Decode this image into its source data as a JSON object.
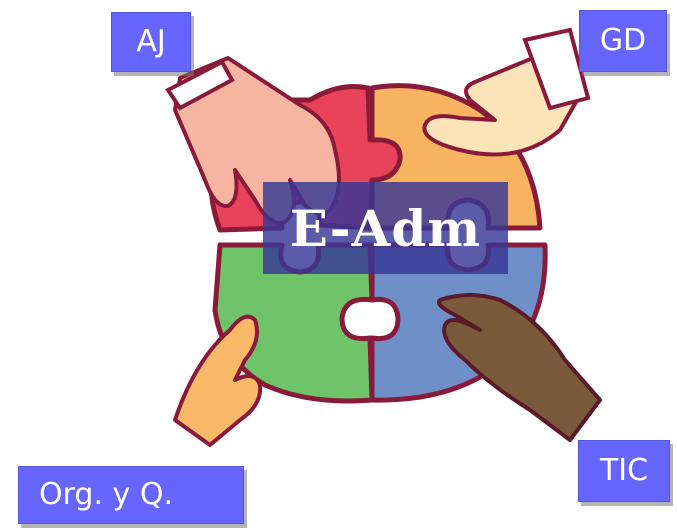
{
  "labels": {
    "top_left": "AJ",
    "top_right": "GD",
    "bottom_left": "Org. y Q.",
    "bottom_right": "TIC",
    "center": "E-Adm"
  },
  "colors": {
    "label_box": "#6666ff",
    "center_box": "#373796",
    "piece_red": "#e8435a",
    "piece_orange": "#f7b35f",
    "piece_green": "#6fc46a",
    "piece_blue": "#6f8fc9",
    "outline": "#8a1a3a"
  },
  "icons": [
    "puzzle-illustration",
    "hand-icon"
  ]
}
